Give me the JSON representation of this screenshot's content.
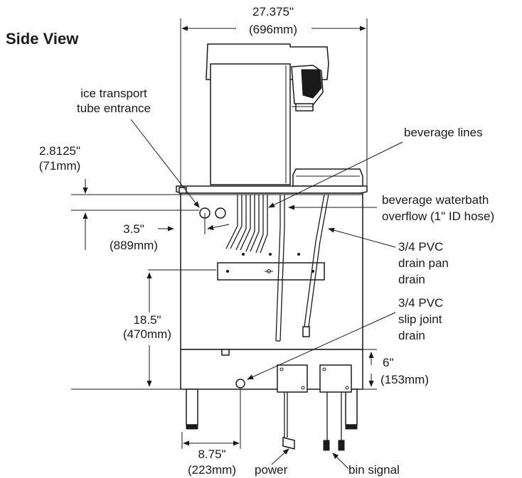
{
  "title": "Side View",
  "dimensions": {
    "width_in": "27.375\"",
    "width_mm": "(696mm)",
    "top_offset_in": "2.8125\"",
    "top_offset_mm": "(71mm)",
    "inlet_offset_in": "3.5\"",
    "inlet_offset_mm": "(889mm)",
    "height_in": "18.5\"",
    "height_mm": "(470mm)",
    "base_in": "6\"",
    "base_mm": "(153mm)",
    "drain_offset_in": "8.75\"",
    "drain_offset_mm": "(223mm)"
  },
  "callouts": {
    "ice_transport": [
      "ice transport",
      "tube entrance"
    ],
    "beverage_lines": "beverage lines",
    "waterbath": [
      "beverage waterbath",
      "overflow (1\" ID hose)"
    ],
    "drain_pan": [
      "3/4 PVC",
      "drain pan",
      "drain"
    ],
    "slip_joint": [
      "3/4 PVC",
      "slip joint",
      "drain"
    ],
    "power": "power",
    "bin_signal": "bin signal"
  }
}
